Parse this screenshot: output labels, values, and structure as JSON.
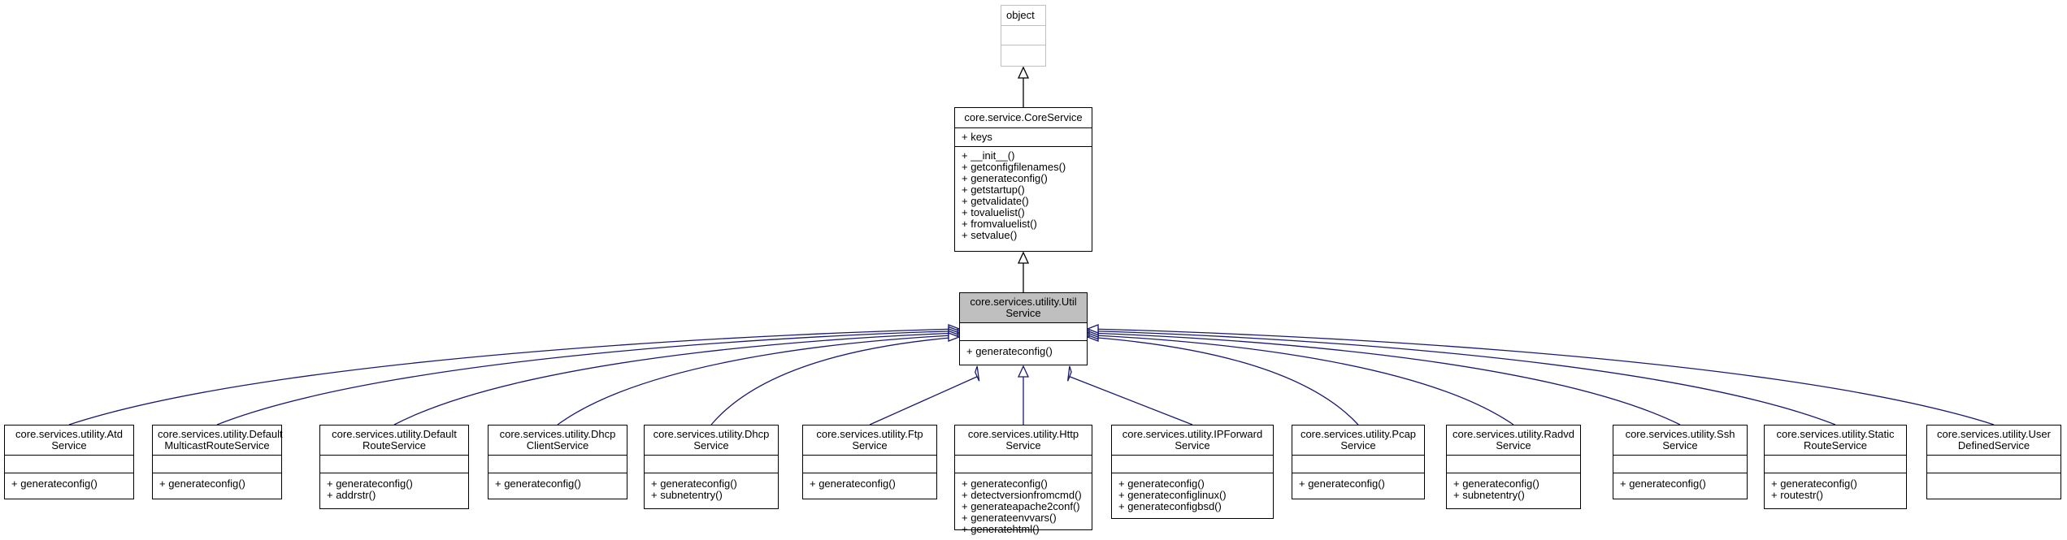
{
  "diagram": {
    "object": {
      "name": "object"
    },
    "core_service": {
      "name": "core.service.CoreService",
      "attributes": [
        "+ keys"
      ],
      "methods": [
        "+ __init__()",
        "+ getconfigfilenames()",
        "+ generateconfig()",
        "+ getstartup()",
        "+ getvalidate()",
        "+ tovaluelist()",
        "+ fromvaluelist()",
        "+ setvalue()"
      ]
    },
    "util_service": {
      "name_line1": "core.services.utility.Util",
      "name_line2": "Service",
      "methods": [
        "+ generateconfig()"
      ]
    },
    "children": [
      {
        "name_line1": "core.services.utility.Atd",
        "name_line2": "Service",
        "methods": [
          "+ generateconfig()"
        ]
      },
      {
        "name_line1": "core.services.utility.Default",
        "name_line2": "MulticastRouteService",
        "methods": [
          "+ generateconfig()"
        ]
      },
      {
        "name_line1": "core.services.utility.Default",
        "name_line2": "RouteService",
        "methods": [
          "+ generateconfig()",
          "+ addrstr()"
        ]
      },
      {
        "name_line1": "core.services.utility.Dhcp",
        "name_line2": "ClientService",
        "methods": [
          "+ generateconfig()"
        ]
      },
      {
        "name_line1": "core.services.utility.Dhcp",
        "name_line2": "Service",
        "methods": [
          "+ generateconfig()",
          "+ subnetentry()"
        ]
      },
      {
        "name_line1": "core.services.utility.Ftp",
        "name_line2": "Service",
        "methods": [
          "+ generateconfig()"
        ]
      },
      {
        "name_line1": "core.services.utility.Http",
        "name_line2": "Service",
        "methods": [
          "+ generateconfig()",
          "+ detectversionfromcmd()",
          "+ generateapache2conf()",
          "+ generateenvvars()",
          "+ generatehtml()"
        ]
      },
      {
        "name_line1": "core.services.utility.IPForward",
        "name_line2": "Service",
        "methods": [
          "+ generateconfig()",
          "+ generateconfiglinux()",
          "+ generateconfigbsd()"
        ]
      },
      {
        "name_line1": "core.services.utility.Pcap",
        "name_line2": "Service",
        "methods": [
          "+ generateconfig()"
        ]
      },
      {
        "name_line1": "core.services.utility.Radvd",
        "name_line2": "Service",
        "methods": [
          "+ generateconfig()",
          "+ subnetentry()"
        ]
      },
      {
        "name_line1": "core.services.utility.Ssh",
        "name_line2": "Service",
        "methods": [
          "+ generateconfig()"
        ]
      },
      {
        "name_line1": "core.services.utility.Static",
        "name_line2": "RouteService",
        "methods": [
          "+ generateconfig()",
          "+ routestr()"
        ]
      },
      {
        "name_line1": "core.services.utility.User",
        "name_line2": "DefinedService",
        "methods": []
      }
    ],
    "colors": {
      "inherit_edge": "#191970",
      "base_edge": "#000000",
      "highlight": "#bfbfbf"
    }
  }
}
